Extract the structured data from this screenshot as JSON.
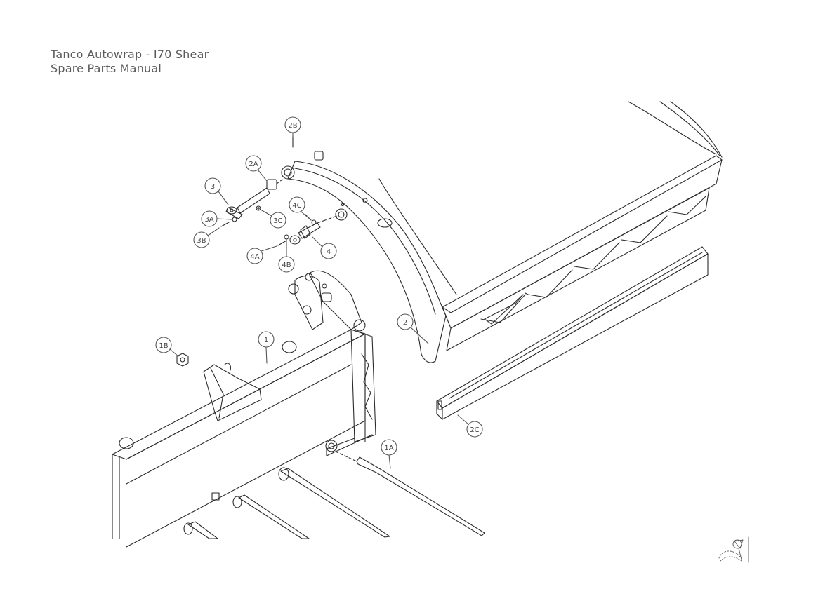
{
  "header": {
    "title": "Tanco Autowrap - I70 Shear",
    "subtitle": "Spare Parts Manual"
  },
  "callouts": {
    "c2B": "2B",
    "c2A": "2A",
    "c3": "3",
    "c3A": "3A",
    "c3B": "3B",
    "c3C": "3C",
    "c4C": "4C",
    "c4": "4",
    "c4A": "4A",
    "c4B": "4B",
    "c2": "2",
    "c1": "1",
    "c1B": "1B",
    "c2C": "2C",
    "c1A": "1A"
  },
  "colors": {
    "line": "#2b2b2b",
    "callout": "#555555",
    "header_text": "#5a5a5a"
  },
  "logo": {
    "icon": "tanco-logo-icon"
  }
}
